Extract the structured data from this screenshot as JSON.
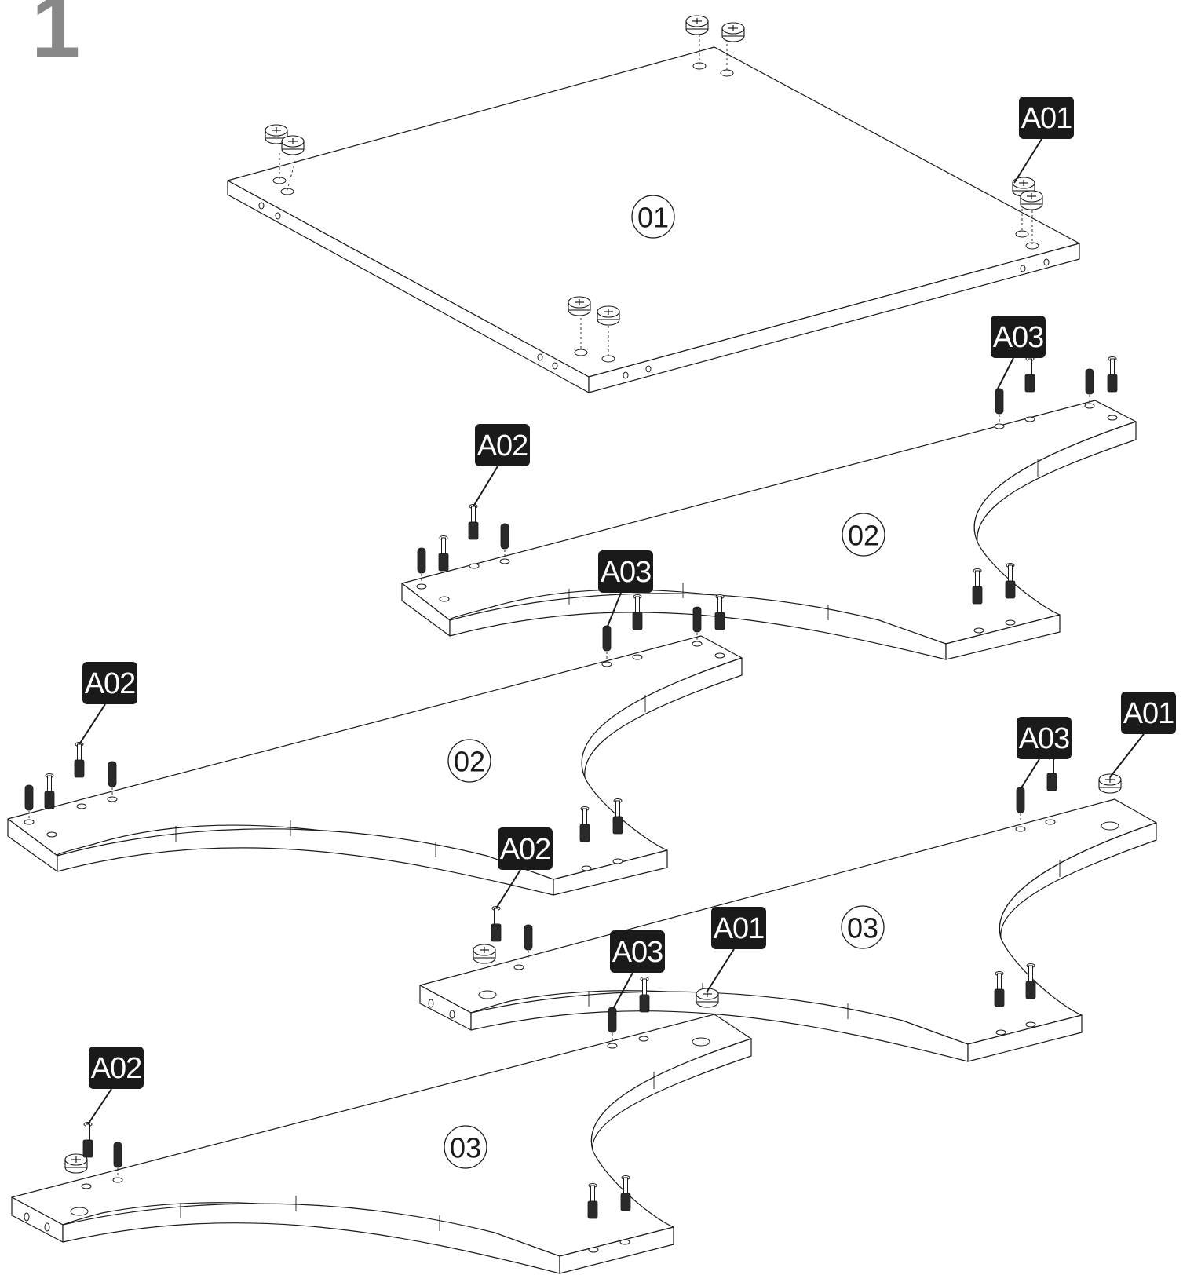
{
  "step": {
    "number": "1"
  },
  "panels": [
    {
      "id": "01",
      "label": "01"
    },
    {
      "id": "02a",
      "label": "02"
    },
    {
      "id": "02b",
      "label": "02"
    },
    {
      "id": "03a",
      "label": "03"
    },
    {
      "id": "03b",
      "label": "03"
    }
  ],
  "callouts": [
    {
      "id": "c1",
      "text": "A01"
    },
    {
      "id": "c2",
      "text": "A03"
    },
    {
      "id": "c3",
      "text": "A02"
    },
    {
      "id": "c4",
      "text": "A03"
    },
    {
      "id": "c5",
      "text": "A02"
    },
    {
      "id": "c6",
      "text": "A01"
    },
    {
      "id": "c7",
      "text": "A03"
    },
    {
      "id": "c8",
      "text": "A02"
    },
    {
      "id": "c9",
      "text": "A03"
    },
    {
      "id": "c10",
      "text": "A01"
    },
    {
      "id": "c11",
      "text": "A02"
    }
  ],
  "colors": {
    "line": "#1a1a1a",
    "tag": "#1a1a1a",
    "step_number": "#888888"
  }
}
